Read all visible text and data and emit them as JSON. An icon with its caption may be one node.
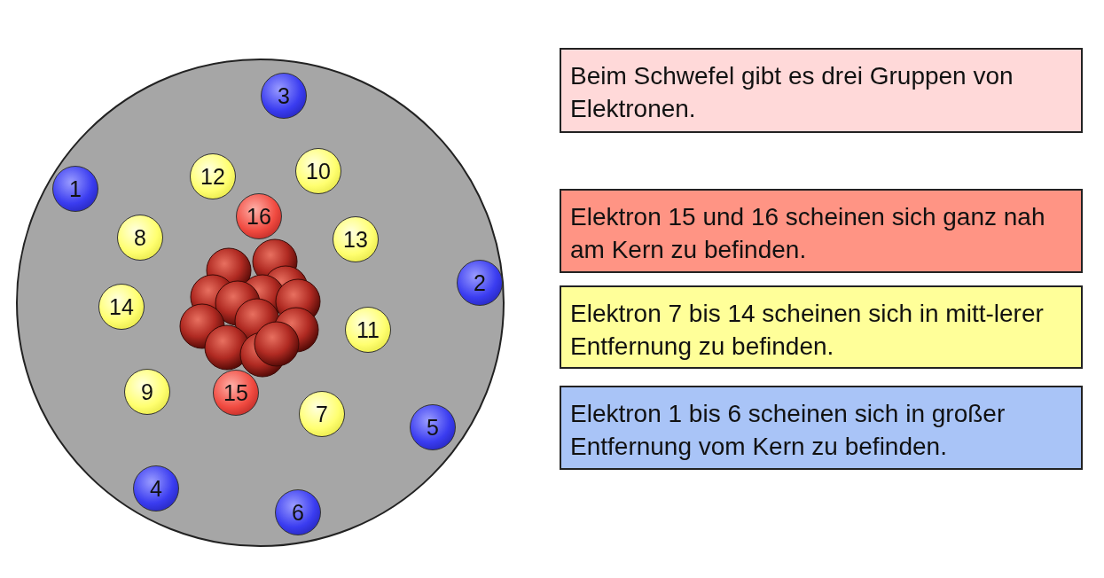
{
  "diagram": {
    "nodes": [
      {
        "text": [],
        "shape": "circle"
      },
      {
        "text": [
          "1"
        ],
        "in": 0
      },
      {
        "text": [
          "2"
        ],
        "in": 0
      },
      {
        "text": [
          "3"
        ],
        "in": 0
      },
      {
        "text": [
          "4"
        ],
        "in": 0
      },
      {
        "text": [
          "5"
        ],
        "in": 0
      },
      {
        "text": [
          "6"
        ],
        "in": 0
      },
      {
        "text": [
          "7"
        ],
        "in": 0
      },
      {
        "text": [
          "8"
        ],
        "in": 0
      },
      {
        "text": [
          "9"
        ],
        "in": 0
      },
      {
        "text": [
          "10"
        ],
        "in": 0
      },
      {
        "text": [
          "11"
        ],
        "in": 0
      },
      {
        "text": [
          "12"
        ],
        "in": 0
      },
      {
        "text": [
          "13"
        ],
        "in": 0
      },
      {
        "text": [
          "14"
        ],
        "in": 0
      },
      {
        "text": [
          "15"
        ],
        "in": 0
      },
      {
        "text": [
          "16"
        ],
        "in": 0
      },
      {
        "text": [
          "Beim Schwefel gibt es drei Gruppen von Elektronen."
        ]
      },
      {
        "text": [
          "Elektron 15 und 16 scheinen sich ganz nah am Kern zu befinden."
        ]
      },
      {
        "text": [
          "Elektron 7 bis 14 scheinen sich in mitt-lerer Entfernung zu befinden."
        ]
      },
      {
        "text": [
          "Elektron 1 bis 6 scheinen sich in großer Entfernung vom Kern zu befinden."
        ]
      }
    ]
  }
}
